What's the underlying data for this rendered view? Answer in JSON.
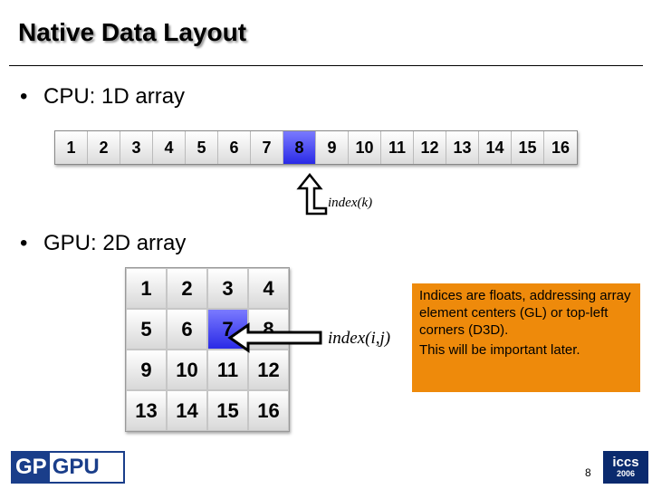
{
  "slide": {
    "title": "Native Data Layout",
    "bullet_cpu": "CPU: 1D array",
    "bullet_gpu": "GPU: 2D array",
    "bullet_symbol": "•",
    "page_number": "8"
  },
  "array_1d": {
    "cells": [
      "1",
      "2",
      "3",
      "4",
      "5",
      "6",
      "7",
      "8",
      "9",
      "10",
      "11",
      "12",
      "13",
      "14",
      "15",
      "16"
    ],
    "highlight_index": 7,
    "index_label": "index(k)"
  },
  "array_2d": {
    "cells": [
      "1",
      "2",
      "3",
      "4",
      "5",
      "6",
      "7",
      "8",
      "9",
      "10",
      "11",
      "12",
      "13",
      "14",
      "15",
      "16"
    ],
    "highlight_index": 6,
    "index_label": "index(i,j)"
  },
  "note": {
    "line1": "Indices are floats, addressing array element centers (GL) or top-left corners (D3D).",
    "line2": "This will be important later.",
    "background": "#ee8a0b"
  },
  "logos": {
    "gpgpu_part1": "GP",
    "gpgpu_part2": "GPU",
    "iccs_name": "iccs",
    "iccs_year": "2006"
  },
  "colors": {
    "highlight": "#3a3af0",
    "logo_blue": "#1a3e8a"
  }
}
